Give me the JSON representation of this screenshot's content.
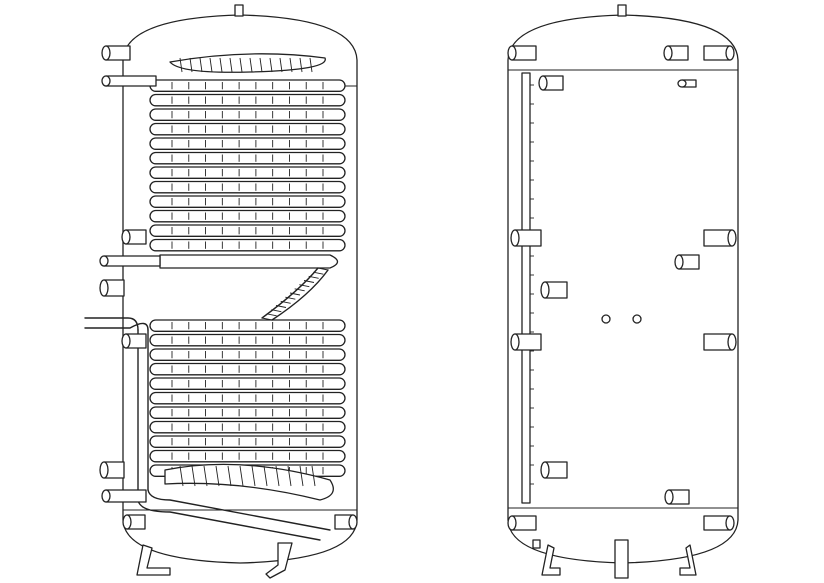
{
  "diagram": {
    "views": [
      {
        "id": "left-view",
        "heat_exchanger_coils": 2
      },
      {
        "id": "right-view",
        "heat_exchanger_coils": 0
      }
    ],
    "line_color": "#222222",
    "background": "#ffffff"
  }
}
